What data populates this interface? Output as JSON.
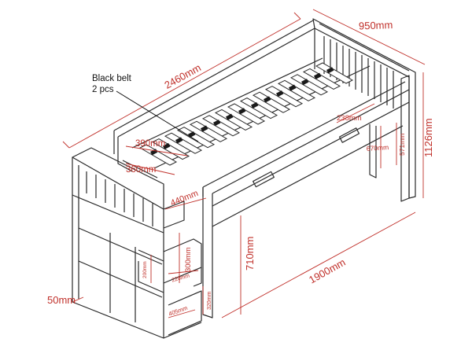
{
  "colors": {
    "line": "#2a2a2a",
    "dimension": "#c0302a",
    "slat": "#1a1a1a",
    "background": "#ffffff"
  },
  "annotation": {
    "line1": "Black belt",
    "line2": "2 pcs"
  },
  "dimensions": {
    "length_total": "2460mm",
    "width_total": "950mm",
    "height_total": "1126mm",
    "length_under": "1900mm",
    "clearance_under": "710mm",
    "head_width": "238mm",
    "leg_a": "670mm",
    "leg_b": "571mm",
    "deck_a": "390mm",
    "deck_b": "360mm",
    "step_depth": "440mm",
    "step_height": "300mm",
    "cube_small": "200mm",
    "cube_small_b": "220mm",
    "base_depth": "405mm",
    "base_height": "320mm",
    "post": "50mm"
  }
}
